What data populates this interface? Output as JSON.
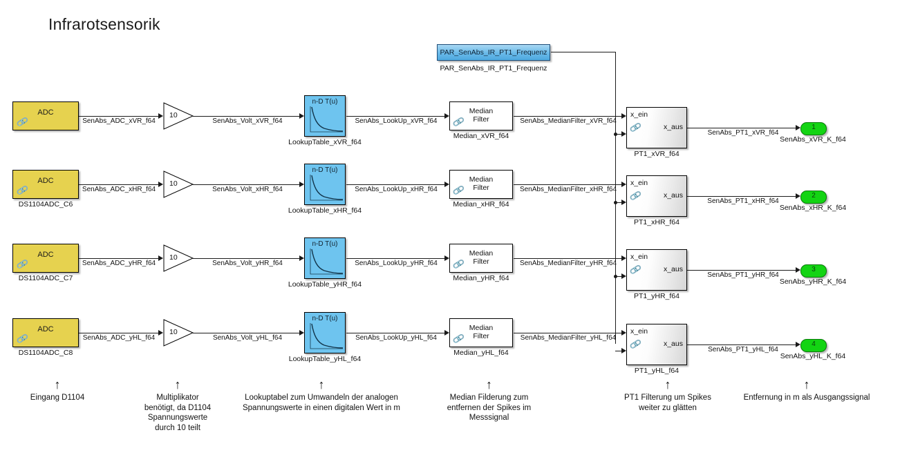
{
  "title": "Infrarotsensorik",
  "colors": {
    "adc_fill": "#e6d24f",
    "lookup_fill": "#6ec4ef",
    "param_fill": "#69b9e8",
    "outport_fill": "#13d413",
    "wire": "#1a1a1a",
    "background": "#ffffff"
  },
  "param_block": {
    "label": "PAR_SenAbs_IR_PT1_Frequenz",
    "caption": "PAR_SenAbs_IR_PT1_Frequenz"
  },
  "block_text": {
    "adc": "ADC",
    "gain": "10",
    "lookup": "n-D T(u)",
    "median_line1": "Median",
    "median_line2": "Filter",
    "pt1_in": "x_ein",
    "pt1_out": "x_aus"
  },
  "rows": [
    {
      "adc_caption": "",
      "sig_adc": "SenAbs_ADC_xVR_f64",
      "sig_volt": "SenAbs_Volt_xVR_f64",
      "lookup_caption": "LookupTable_xVR_f64",
      "sig_lookup": "SenAbs_LookUp_xVR_f64",
      "median_caption": "Median_xVR_f64",
      "sig_median": "SenAbs_MedianFilter_xVR_f64",
      "pt1_caption": "PT1_xVR_f64",
      "sig_pt1": "SenAbs_PT1_xVR_f64",
      "outport_num": "1",
      "outport_caption": "SenAbs_xVR_K_f64"
    },
    {
      "adc_caption": "DS1104ADC_C6",
      "sig_adc": "SenAbs_ADC_xHR_f64",
      "sig_volt": "SenAbs_Volt_xHR_f64",
      "lookup_caption": "LookupTable_xHR_f64",
      "sig_lookup": "SenAbs_LookUp_xHR_f64",
      "median_caption": "Median_xHR_f64",
      "sig_median": "SenAbs_MedianFilter_xHR_f64",
      "pt1_caption": "PT1_xHR_f64",
      "sig_pt1": "SenAbs_PT1_xHR_f64",
      "outport_num": "2",
      "outport_caption": "SenAbs_xHR_K_f64"
    },
    {
      "adc_caption": "DS1104ADC_C7",
      "sig_adc": "SenAbs_ADC_yHR_f64",
      "sig_volt": "SenAbs_Volt_yHR_f64",
      "lookup_caption": "LookupTable_yHR_f64",
      "sig_lookup": "SenAbs_LookUp_yHR_f64",
      "median_caption": "Median_yHR_f64",
      "sig_median": "SenAbs_MedianFilter_yHR_f64",
      "pt1_caption": "PT1_yHR_f64",
      "sig_pt1": "SenAbs_PT1_yHR_f64",
      "outport_num": "3",
      "outport_caption": "SenAbs_yHR_K_f64"
    },
    {
      "adc_caption": "DS1104ADC_C8",
      "sig_adc": "SenAbs_ADC_yHL_f64",
      "sig_volt": "SenAbs_Volt_yHL_f64",
      "lookup_caption": "LookupTable_yHL_f64",
      "sig_lookup": "SenAbs_LookUp_yHL_f64",
      "median_caption": "Median_yHL_f64",
      "sig_median": "SenAbs_MedianFilter_yHL_f64",
      "pt1_caption": "PT1_yHL_f64",
      "sig_pt1": "SenAbs_PT1_yHL_f64",
      "outport_num": "4",
      "outport_caption": "SenAbs_yHL_K_f64"
    }
  ],
  "annotations": [
    {
      "arrow": "↑",
      "text": "Eingang D1104"
    },
    {
      "arrow": "↑",
      "text": "Multiplikator\nbenötigt, da D1104\nSpannungswerte\ndurch 10 teilt"
    },
    {
      "arrow": "↑",
      "text": "Lookuptabel zum Umwandeln der analogen\nSpannungswerte in einen digitalen Wert in m"
    },
    {
      "arrow": "↑",
      "text": "Median Filderung zum\nentfernen der Spikes im\nMesssignal"
    },
    {
      "arrow": "↑",
      "text": "PT1 Filterung um Spikes\nweiter zu glätten"
    },
    {
      "arrow": "↑",
      "text": "Entfernung in m als Ausgangssignal"
    }
  ]
}
